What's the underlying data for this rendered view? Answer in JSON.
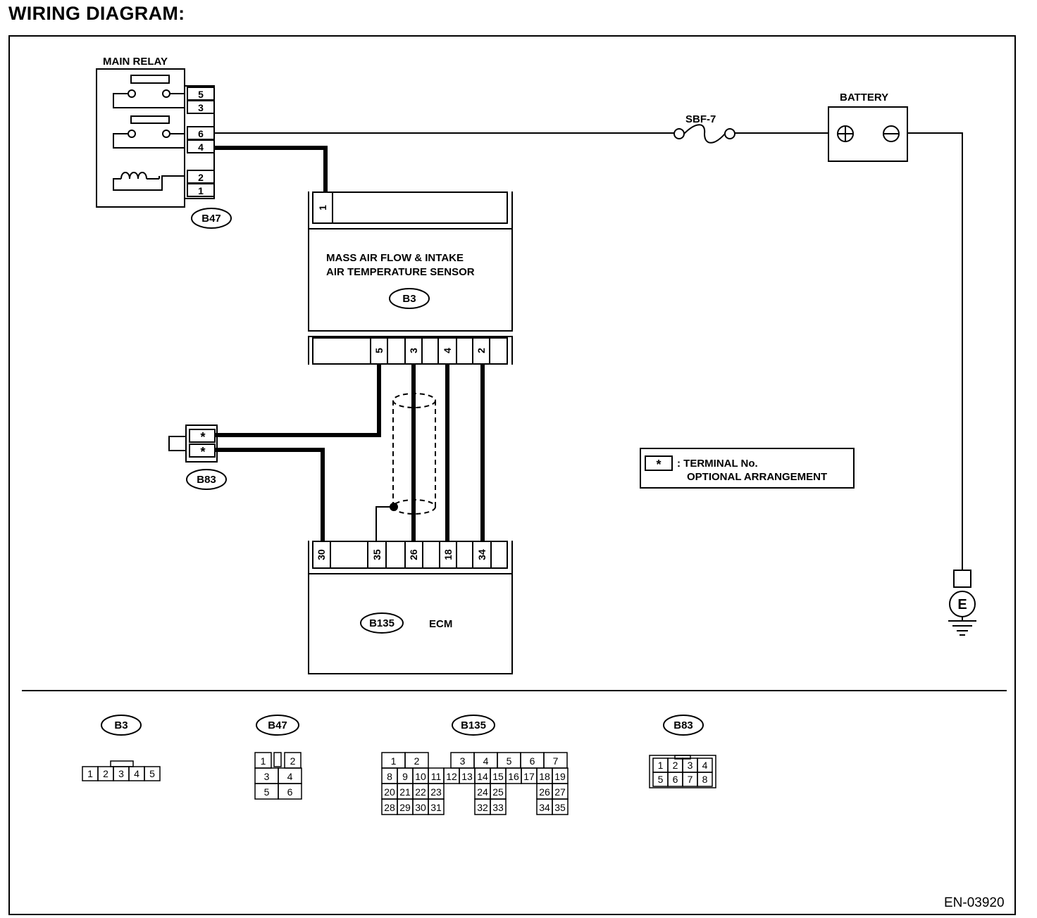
{
  "title": "WIRING DIAGRAM:",
  "components": {
    "main_relay": {
      "label": "MAIN RELAY",
      "connector": "B47",
      "pins": [
        "5",
        "3",
        "6",
        "4",
        "2",
        "1"
      ]
    },
    "maf_sensor": {
      "label_line1": "MASS AIR FLOW & INTAKE",
      "label_line2": "AIR TEMPERATURE SENSOR",
      "connector": "B3",
      "top_pin": "1",
      "bottom_pins": [
        "5",
        "3",
        "4",
        "2"
      ]
    },
    "ecm": {
      "label": "ECM",
      "connector": "B135",
      "pins": [
        "30",
        "35",
        "26",
        "18",
        "34"
      ]
    },
    "b83": {
      "connector": "B83",
      "pins": [
        "*",
        "*"
      ]
    },
    "battery": {
      "label": "BATTERY",
      "pos": "⊕",
      "neg": "⊖"
    },
    "fuse": {
      "label": "SBF-7"
    },
    "ground": {
      "label": "E"
    }
  },
  "legend": {
    "symbol": "*",
    "line1": ": TERMINAL No.",
    "line2": "OPTIONAL ARRANGEMENT"
  },
  "connector_views": {
    "b3": {
      "label": "B3",
      "pins": [
        "1",
        "2",
        "3",
        "4",
        "5"
      ]
    },
    "b47": {
      "label": "B47",
      "rows": [
        [
          "1",
          "2"
        ],
        [
          "3",
          "4"
        ],
        [
          "5",
          "6"
        ]
      ]
    },
    "b135": {
      "label": "B135",
      "rows": [
        [
          "1",
          "2",
          "3",
          "4",
          "5",
          "6",
          "7"
        ],
        [
          "8",
          "9",
          "10",
          "11",
          "12",
          "13",
          "14",
          "15",
          "16",
          "17",
          "18",
          "19"
        ],
        [
          "20",
          "21",
          "22",
          "23",
          "24",
          "25",
          "26",
          "27"
        ],
        [
          "28",
          "29",
          "30",
          "31",
          "32",
          "33",
          "34",
          "35"
        ]
      ]
    },
    "b83": {
      "label": "B83",
      "rows": [
        [
          "1",
          "2",
          "3",
          "4"
        ],
        [
          "5",
          "6",
          "7",
          "8"
        ]
      ]
    }
  },
  "doc_code": "EN-03920"
}
